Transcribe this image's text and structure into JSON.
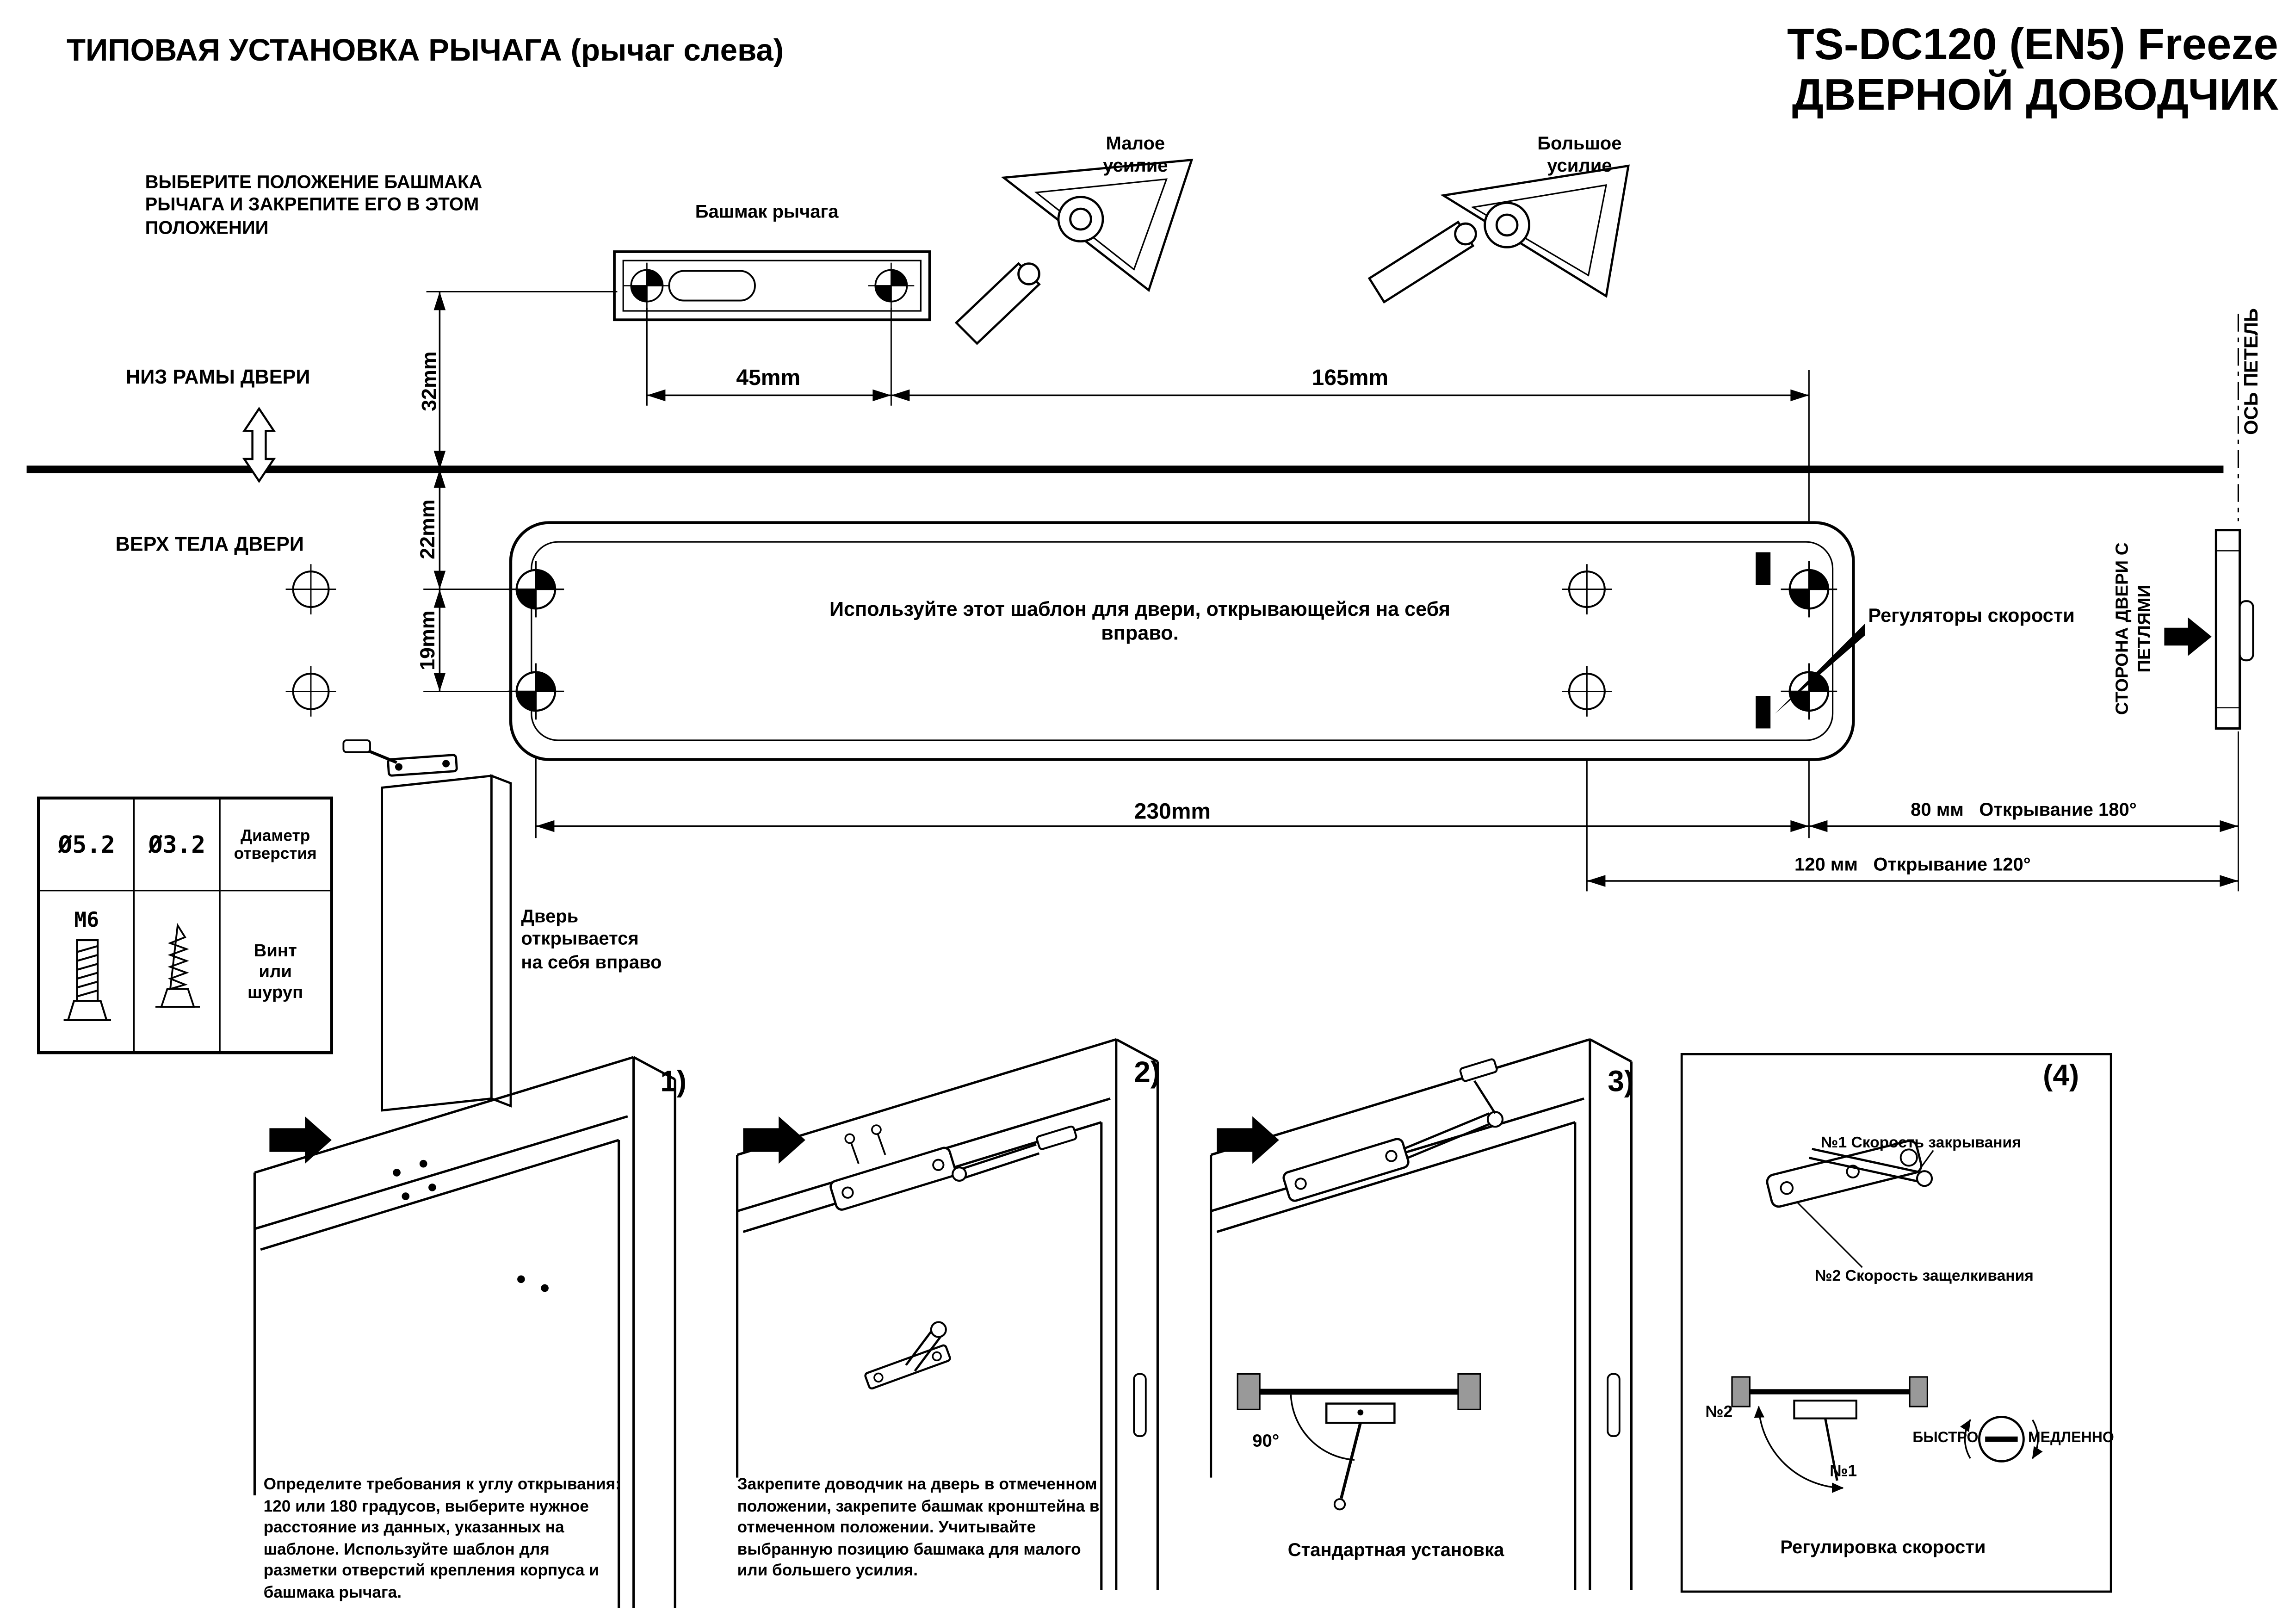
{
  "header": {
    "title": "ТИПОВАЯ УСТАНОВКА РЫЧАГА (рычаг слева)",
    "model": "TS-DC120 (EN5) Freeze",
    "product": "ДВЕРНОЙ ДОВОДЧИК"
  },
  "top": {
    "choose_position": "ВЫБЕРИТЕ ПОЛОЖЕНИЕ БАШМАКА\nРЫЧАГА И ЗАКРЕПИТЕ ЕГО В ЭТОМ\nПОЛОЖЕНИИ",
    "arm_shoe": "Башмак рычага",
    "small_force": "Малое\nусилие",
    "large_force": "Большое\nусилие"
  },
  "template": {
    "frame_bottom": "НИЗ РАМЫ ДВЕРИ",
    "door_top": "ВЕРХ ТЕЛА ДВЕРИ",
    "note": "Используйте этот шаблон для двери, открывающейся на себя вправо.",
    "speed_regulators": "Регуляторы скорости",
    "hinge_axis": "ОСЬ ПЕТЕЛЬ",
    "hinge_side": "СТОРОНА ДВЕРИ С\nПЕТЛЯМИ",
    "door_opens": "Дверь\nоткрывается\nна себя вправо"
  },
  "dims": {
    "d45": "45mm",
    "d165": "165mm",
    "d32": "32mm",
    "d22": "22mm",
    "d19": "19mm",
    "d230": "230mm",
    "d80": "80 мм   Открывание 180°",
    "d120": "120 мм   Открывание 120°"
  },
  "table": {
    "hole_m6": "Ø5.2",
    "hole_screw": "Ø3.2",
    "hole_label": "Диаметр\nотверстия",
    "m6": "M6",
    "screw_label": "Винт\nили\nшуруп"
  },
  "panels": {
    "p1": {
      "num": "1)",
      "text": "Определите требования к углу открывания: 120 или 180 градусов, выберите нужное расстояние из данных, указанных на шаблоне. Используйте шаблон для разметки отверстий крепления корпуса и башмака рычага."
    },
    "p2": {
      "num": "2)",
      "text": "Закрепите доводчик на дверь в отмеченном положении, закрепите башмак кронштейна в отмеченном положении. Учитывайте выбранную позицию башмака для малого или большего усилия."
    },
    "p3": {
      "num": "3)",
      "angle": "90°",
      "caption": "Стандартная установка"
    },
    "p4": {
      "num": "(4)",
      "label_close": "№1 Скорость закрывания",
      "label_latch": "№2 Скорость защелкивания",
      "n2": "№2",
      "n1": "№1",
      "fast": "БЫСТРО",
      "slow": "МЕДЛЕННО",
      "caption": "Регулировка скорости"
    }
  }
}
